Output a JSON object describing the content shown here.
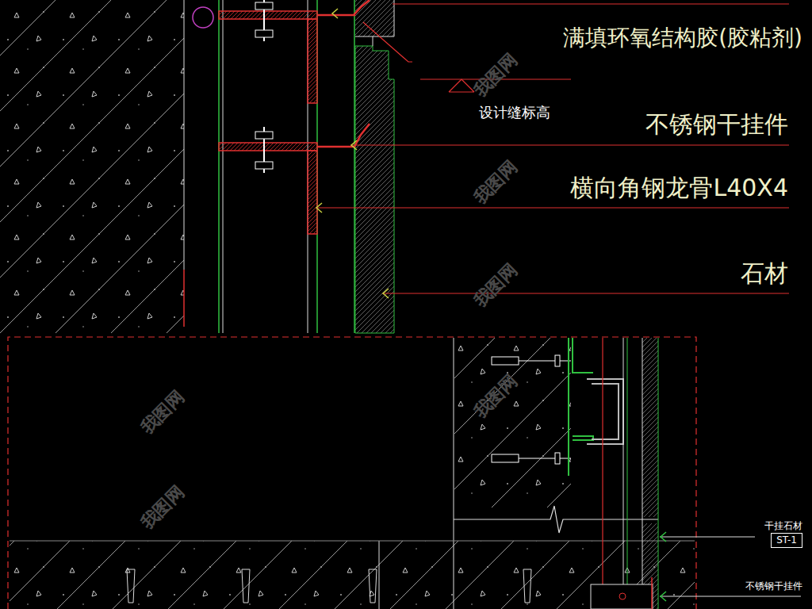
{
  "diagram": {
    "nodes": [
      {
        "text": [
          "干挂石材",
          "ST-1"
        ]
      }
    ],
    "labels": [
      "满填环氧结构胶(胶粘剂)",
      "设计缝标高",
      "不锈钢干挂件",
      "横向角钢龙骨L40X4",
      "石材",
      "不锈钢干挂件",
      "我图网",
      "我图网",
      "我图网",
      "我图网",
      "我图网",
      "我图网"
    ]
  }
}
